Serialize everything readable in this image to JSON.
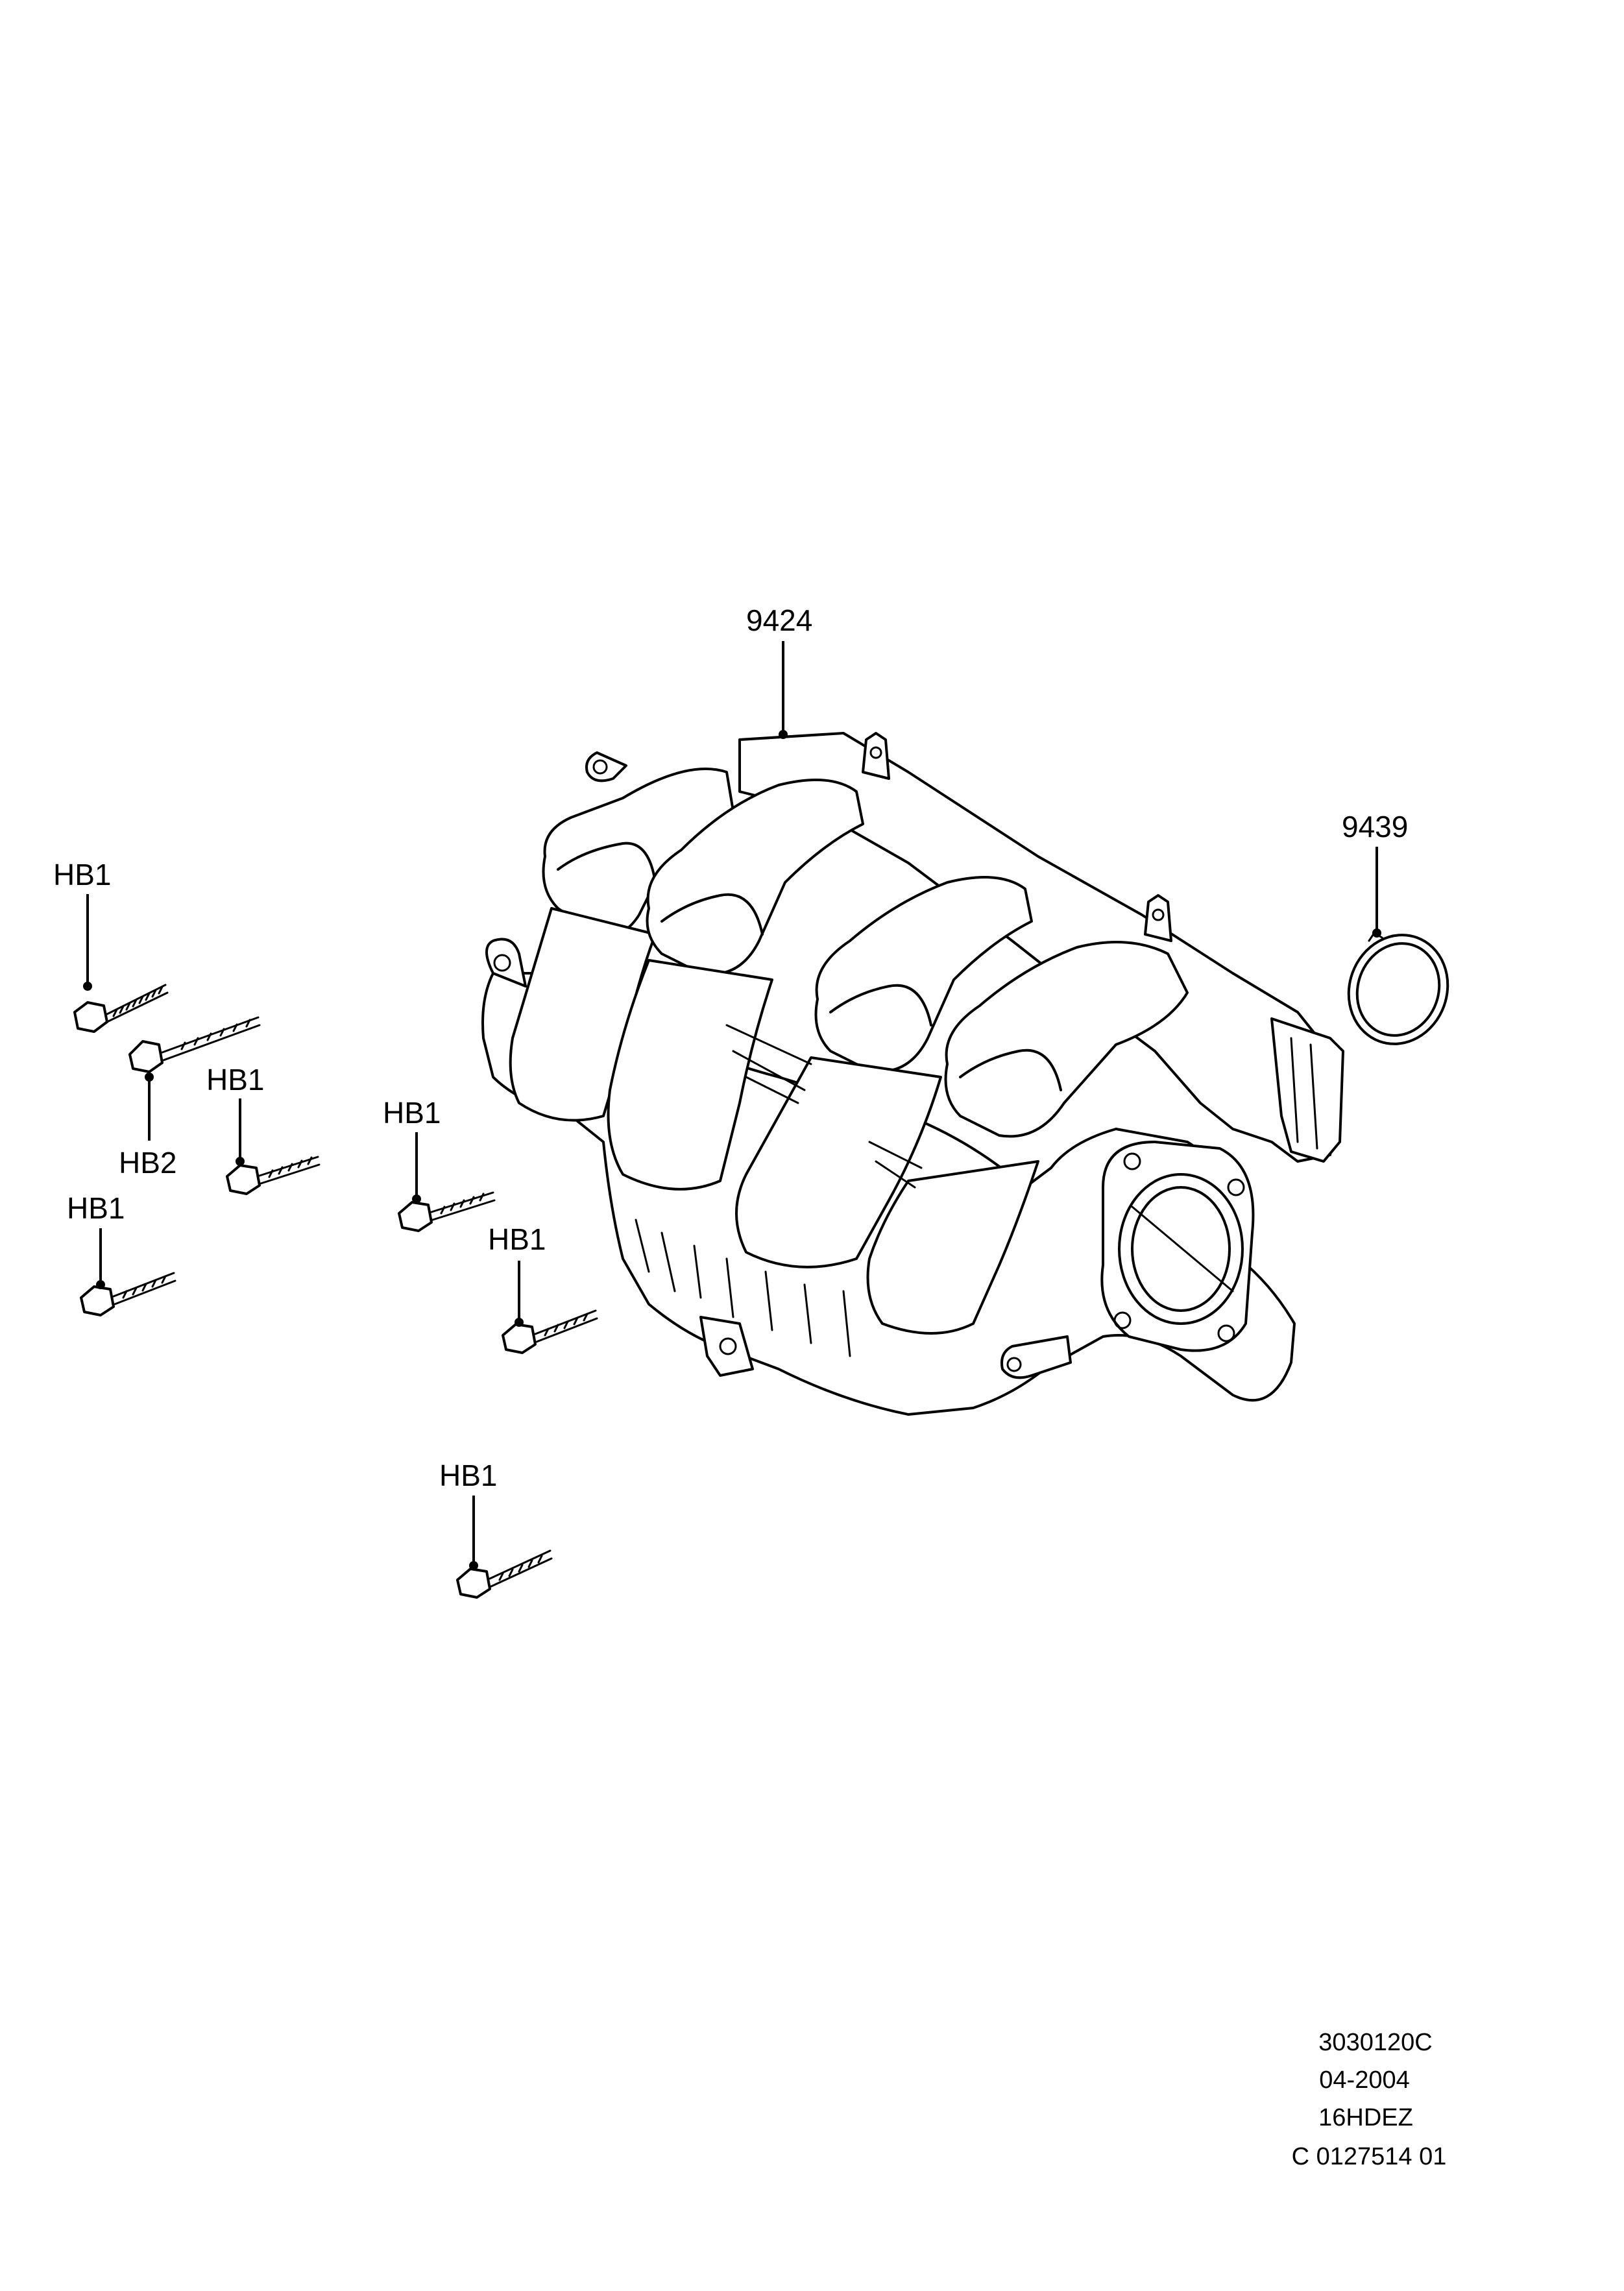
{
  "callouts": {
    "manifold": "9424",
    "gasket": "9439",
    "bolt_1": "HB1",
    "bolt_2": "HB2",
    "bolt_3": "HB1",
    "bolt_4": "HB1",
    "bolt_5": "HB1",
    "bolt_6": "HB1",
    "bolt_7": "HB1"
  },
  "drawing_info": {
    "number": "3030120C",
    "date": "04-2004",
    "engine_code": "16HDEZ",
    "reference": "C 0127514 01"
  }
}
